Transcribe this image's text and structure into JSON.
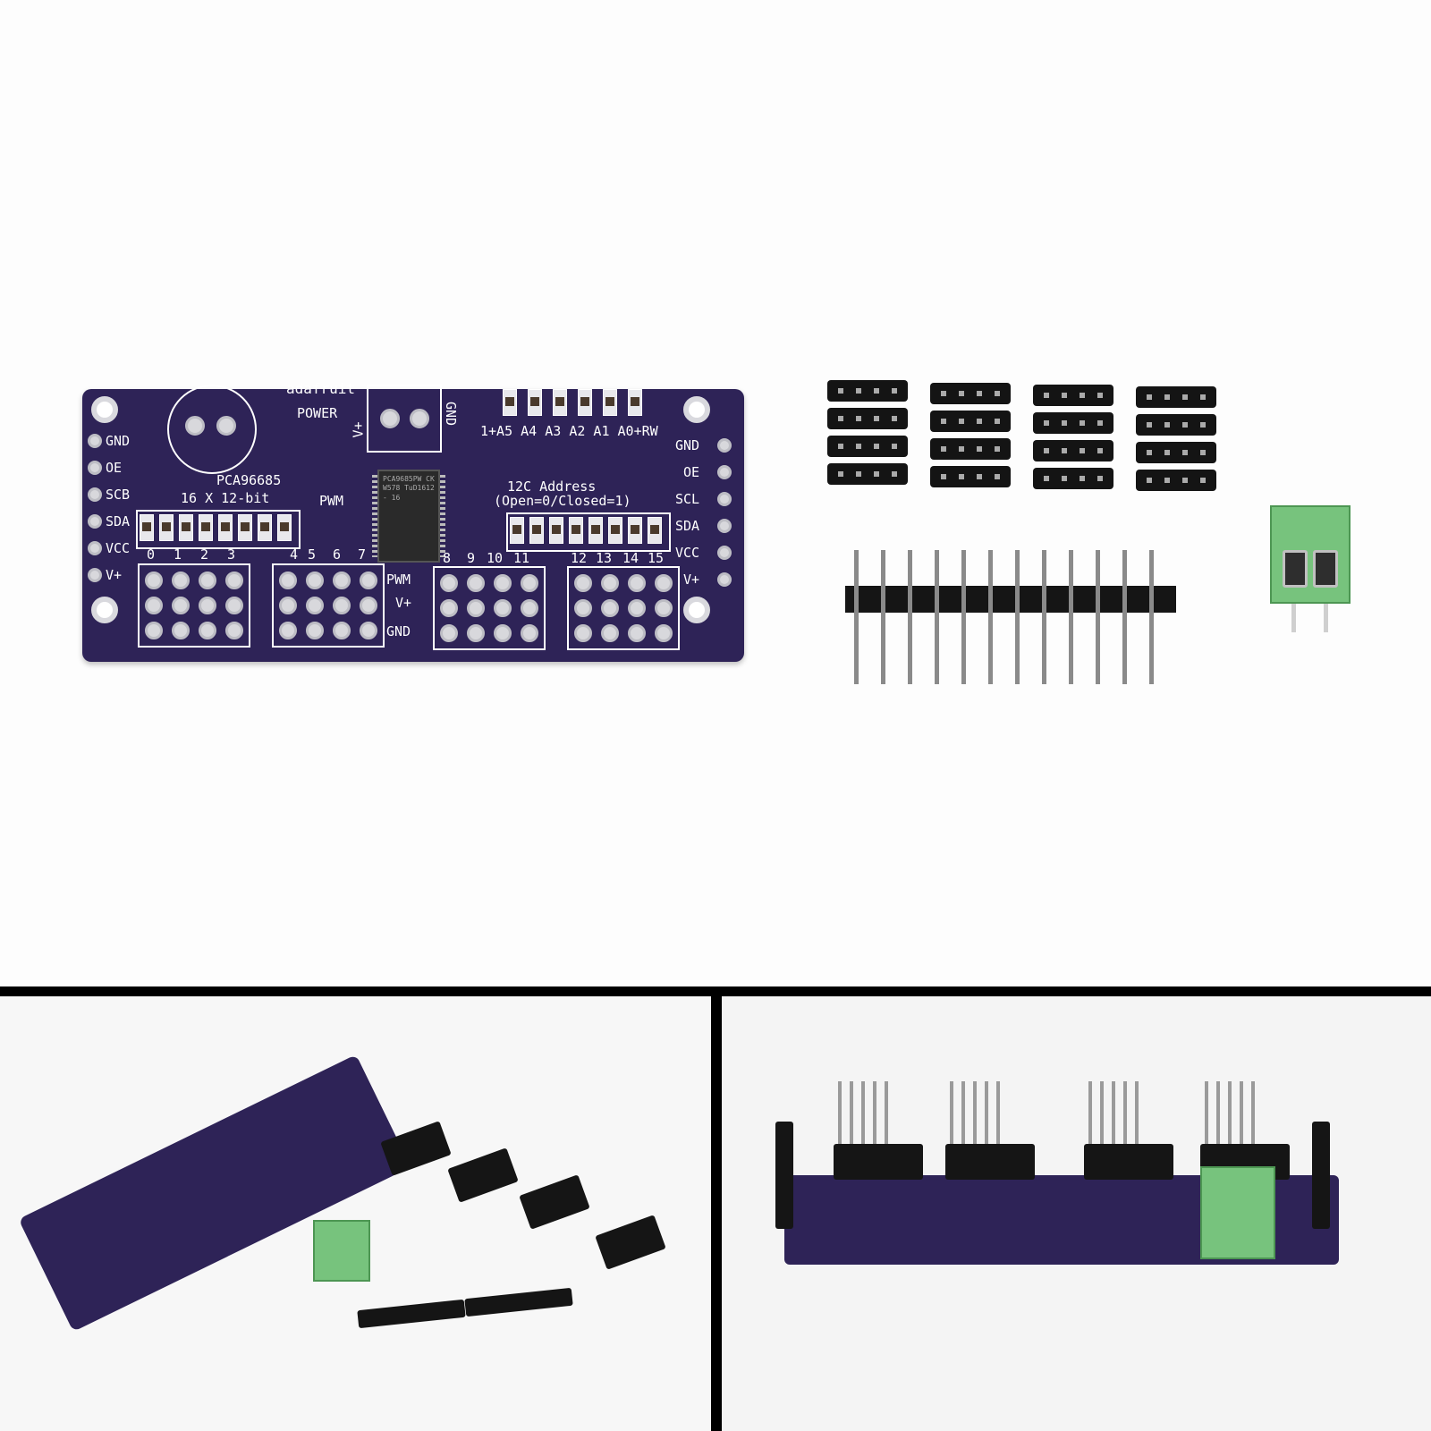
{
  "board": {
    "brand": "adafruit",
    "power_label": "POWER",
    "vplus_top": "V+",
    "gnd_top": "GND",
    "chip_name": "PCA96685",
    "pwm_desc": "16 X 12-bit",
    "pwm_label": "PWM",
    "addr_bits": "1+A5 A4 A3 A2 A1 A0+RW",
    "addr_title": "12C Address",
    "addr_note": "(Open=0/Closed=1)",
    "chip_text": "PCA9685PW CKW578 TuD1612- 16",
    "left_pins": [
      "GND",
      "OE",
      "SCB",
      "SDA",
      "VCC",
      "V+"
    ],
    "right_pins": [
      "GND",
      "OE",
      "SCL",
      "SDA",
      "VCC",
      "V+"
    ],
    "row_labels": [
      "PWM",
      "V+",
      "GND"
    ],
    "channels_a": [
      "0",
      "1",
      "2",
      "3"
    ],
    "channels_b": [
      "4",
      "5",
      "6",
      "7"
    ],
    "channels_c": [
      "8",
      "9",
      "10",
      "11"
    ],
    "channels_d": [
      "12",
      "13",
      "14",
      "15"
    ]
  },
  "colors": {
    "pcb": "#2e2357",
    "silk": "#ffffff",
    "terminal": "#77c37d",
    "header": "#141414",
    "divider": "#000000"
  }
}
